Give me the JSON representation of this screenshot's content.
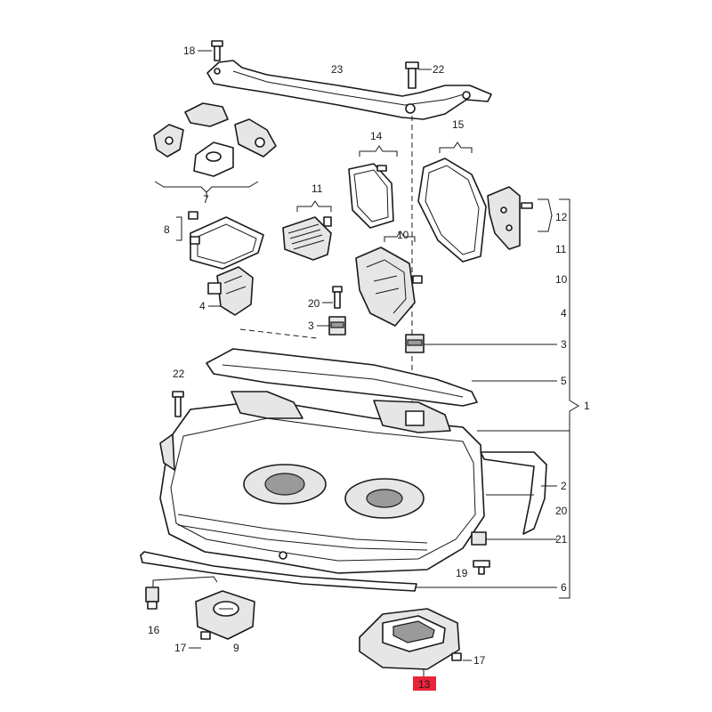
{
  "diagram": {
    "callouts": {
      "c18": "18",
      "c23": "23",
      "c22a": "22",
      "c7": "7",
      "c14": "14",
      "c15": "15",
      "c11a": "11",
      "c8": "8",
      "c10a": "10",
      "c12": "12",
      "c11b": "11",
      "c10b": "10",
      "c4a": "4",
      "c4b": "4",
      "c20a": "20",
      "c3a": "3",
      "c3b": "3",
      "c5": "5",
      "c22b": "22",
      "c1": "1",
      "c2": "2",
      "c20b": "20",
      "c21": "21",
      "c19": "19",
      "c6": "6",
      "c16": "16",
      "c17a": "17",
      "c9": "9",
      "c17b": "17",
      "c13": "13"
    },
    "highlight": {
      "part": "13",
      "color": "#e8243a"
    }
  }
}
